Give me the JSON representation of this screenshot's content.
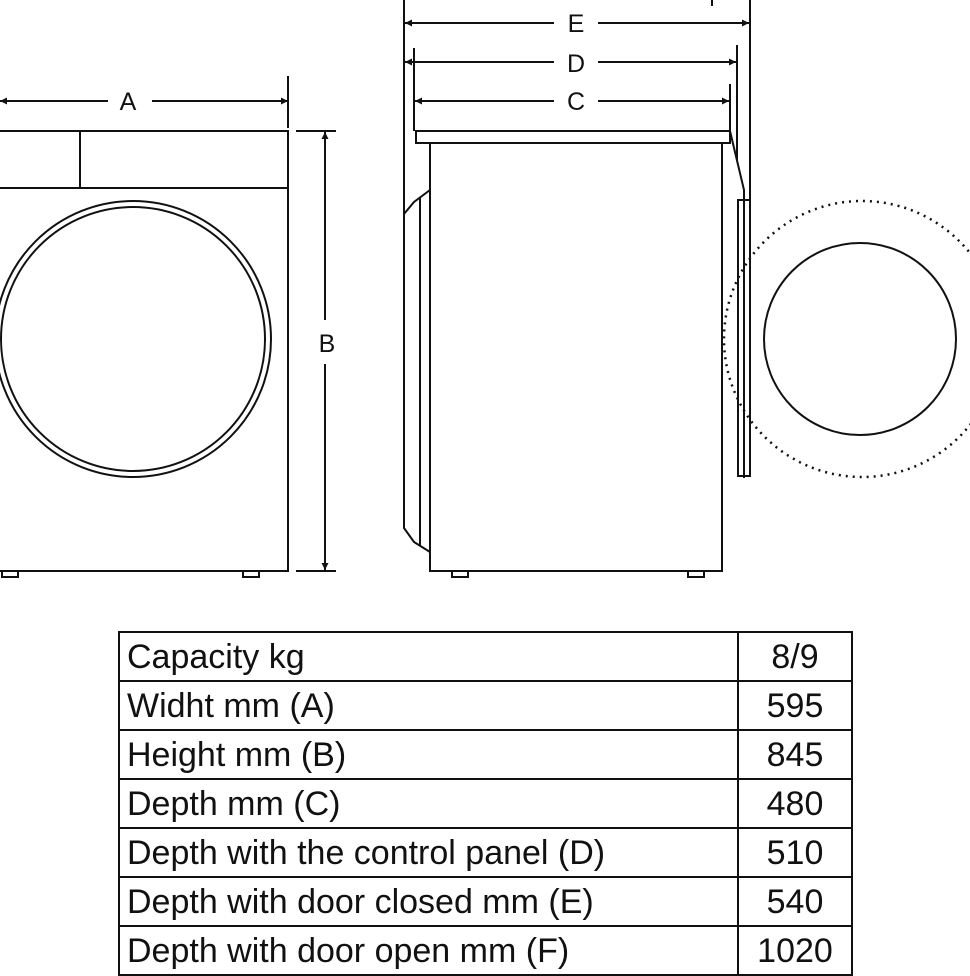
{
  "diagram": {
    "labels": {
      "width": "A",
      "height": "B",
      "depth": "C",
      "depth_panel": "D",
      "depth_closed": "E"
    }
  },
  "specs": [
    {
      "label": "Capacity kg",
      "value": "8/9"
    },
    {
      "label": "Widht mm (A)",
      "value": "595"
    },
    {
      "label": "Height mm (B)",
      "value": "845"
    },
    {
      "label": "Depth mm (C)",
      "value": "480"
    },
    {
      "label": "Depth with the control panel (D)",
      "value": "510"
    },
    {
      "label": "Depth with door closed mm (E)",
      "value": "540"
    },
    {
      "label": "Depth with door open mm (F)",
      "value": "1020"
    }
  ]
}
